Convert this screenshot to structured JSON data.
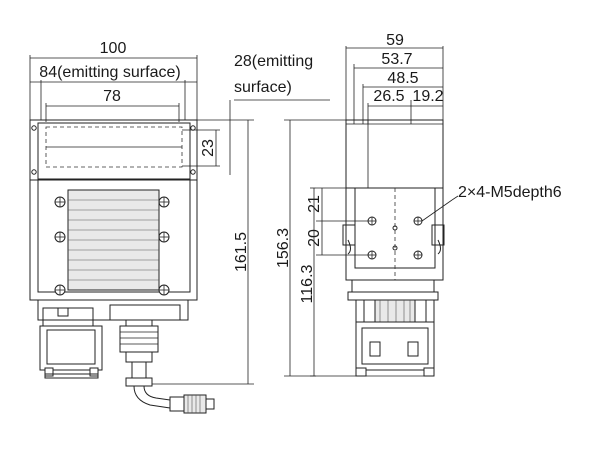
{
  "front_view": {
    "dim_width": "100",
    "dim_emitting_surface": "84(emitting surface)",
    "dim_inner_width": "78",
    "dim_emitting_height": "23",
    "dim_total_height": "161.5"
  },
  "side_view": {
    "dim_depth": "59",
    "dim_53_7": "53.7",
    "dim_48_5": "48.5",
    "dim_26_5": "26.5",
    "dim_19_2": "19.2",
    "dim_emitting_line1": "28(emitting",
    "dim_emitting_line2": "surface)",
    "dim_21": "21",
    "dim_20": "20",
    "dim_total_height": "156.3",
    "dim_mount_height": "116.3",
    "thread_callout": "2×4-M5depth6"
  }
}
